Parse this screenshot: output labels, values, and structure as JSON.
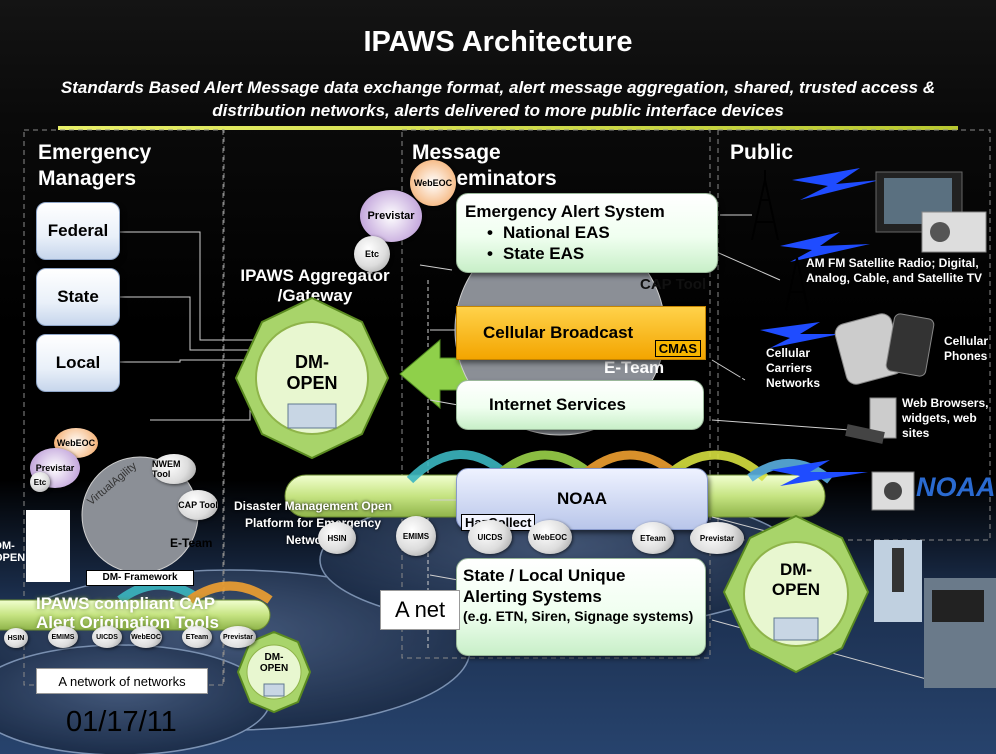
{
  "slide": {
    "title": "IPAWS Architecture",
    "subtitle": "Standards Based Alert Message data exchange format, alert message aggregation, shared, trusted access & distribution networks, alerts delivered to more public interface devices",
    "date": "01/17/11"
  },
  "columns": {
    "managers": "Emergency Managers",
    "disseminators": "Message Disseminators",
    "public": "Public"
  },
  "managers": {
    "levels": [
      "Federal",
      "State",
      "Local"
    ],
    "tools": [
      "WebEOC",
      "Previstar",
      "Etc",
      "NWEM Tool",
      "CAP Tool",
      "E-Team"
    ],
    "virtual_agility": "VirtualAgility",
    "framework": "DM- Framework",
    "compliant_label": "IPAWS compliant CAP Alert Origination Tools",
    "network_label": "A network of networks",
    "network_tools": [
      "HSIN",
      "EMIMS",
      "UICDS",
      "WebEOC",
      "ETeam",
      "Previstar"
    ],
    "left_partial": "DM- OPEN"
  },
  "aggregator": {
    "label": "IPAWS Aggregator /Gateway",
    "hub_line1": "DM-",
    "hub_line2": "OPEN",
    "dmop_label": "Disaster Management Open Platform for Emergency Networks",
    "bus_tools": [
      "HSIN",
      "EMIMS",
      "UICDS",
      "WebEOC",
      "ETeam",
      "Previstar"
    ],
    "network_partial": "A net"
  },
  "top_tools": [
    "WebEOC",
    "Previstar",
    "Etc"
  ],
  "bg_tools": [
    "CAP Tool",
    "E-Team"
  ],
  "disseminators": {
    "eas_title": "Emergency Alert System",
    "eas_items": [
      "National EAS",
      "State EAS"
    ],
    "cellular": "Cellular Broadcast",
    "cmas": "CMAS",
    "internet": "Internet Services",
    "noaa": "NOAA",
    "hazcollect": "HazCollect",
    "state_title": "State / Local Unique Alerting Systems",
    "state_sub": "(e.g. ETN, Siren, Signage systems)"
  },
  "public": {
    "radio_tv": "AM FM Satellite Radio; Digital, Analog, Cable, and Satellite TV",
    "cell_networks": "Cellular Carriers Networks",
    "cell_phones": "Cellular Phones",
    "web": "Web Browsers, widgets, web sites",
    "noaa_logo": "NOAA",
    "hub_line1": "DM-",
    "hub_line2": "OPEN",
    "hub_small_line1": "DM-",
    "hub_small_line2": "OPEN"
  },
  "colors": {
    "accent_yellow": "#f7b500",
    "bus_green": "#d7ef9c",
    "arrow_blue": "#1f4cff",
    "hub_green": "#a8d46a"
  }
}
